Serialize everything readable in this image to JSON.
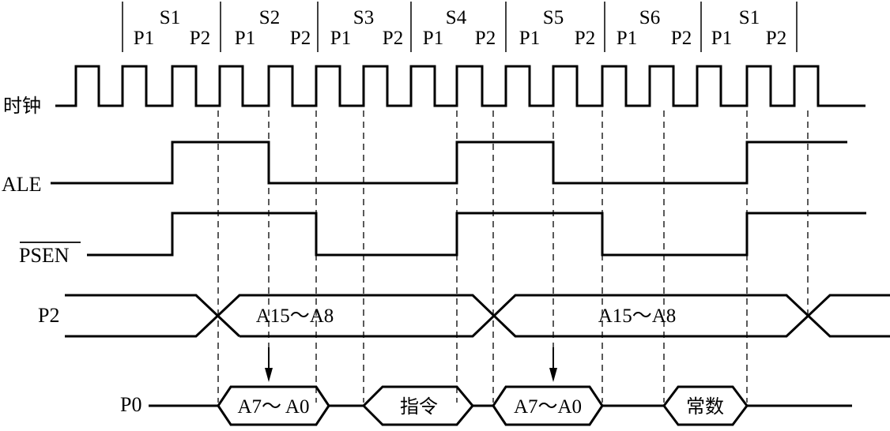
{
  "states": [
    {
      "s": "S1",
      "p1": "P1",
      "p2": "P2"
    },
    {
      "s": "S2",
      "p1": "P1",
      "p2": "P2"
    },
    {
      "s": "S3",
      "p1": "P1",
      "p2": "P2"
    },
    {
      "s": "S4",
      "p1": "P1",
      "p2": "P2"
    },
    {
      "s": "S5",
      "p1": "P1",
      "p2": "P2"
    },
    {
      "s": "S6",
      "p1": "P1",
      "p2": "P2"
    },
    {
      "s": "S1",
      "p1": "P1",
      "p2": "P2"
    }
  ],
  "signals": {
    "clock": "时钟",
    "ale": "ALE",
    "psen": "PSEN",
    "p2": "P2",
    "p0": "P0"
  },
  "p2_bus": [
    "A15～A8",
    "A15～A8"
  ],
  "p0_bus": [
    "A7～ A0",
    "指令",
    "A7～A0",
    "常数"
  ]
}
